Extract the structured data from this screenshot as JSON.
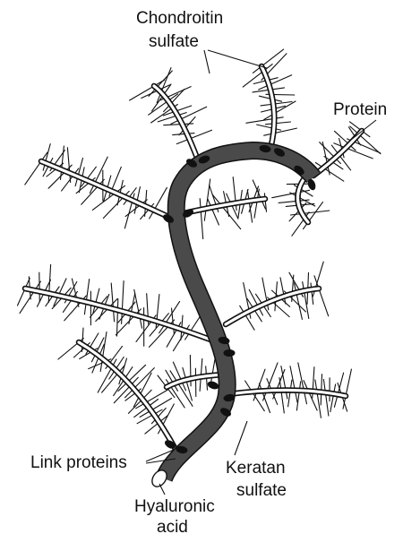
{
  "diagram": {
    "labels": {
      "chondroitin_line1": "Chondroitin",
      "chondroitin_line2": "sulfate",
      "protein": "Protein",
      "link_proteins": "Link proteins",
      "keratan_line1": "Keratan",
      "keratan_line2": "sulfate",
      "hyaluronic_line1": "Hyaluronic",
      "hyaluronic_line2": "acid"
    },
    "colors": {
      "backbone": "#4a4a4a",
      "outline": "#111111",
      "core_fill": "#ffffff",
      "link_protein": "#111111"
    }
  }
}
